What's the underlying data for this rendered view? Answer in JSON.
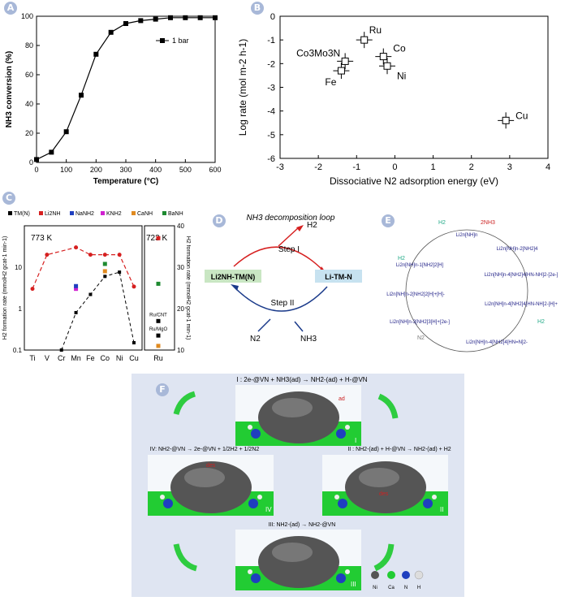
{
  "colors": {
    "ni": "#555555",
    "ca": "#22cc33",
    "n": "#1f3fbf",
    "h": "#eeeeee",
    "red": "#d62020",
    "blue": "#1a3a8a",
    "green": "#2ecc40",
    "panel_bg": "#dfe5f2"
  },
  "panels": {
    "a": "A",
    "b": "B",
    "c": "C",
    "d": "D",
    "e": "E",
    "f": "F"
  },
  "chart_data": [
    {
      "panel": "A",
      "type": "line",
      "xlabel": "Temperature (°C)",
      "ylabel": "NH3 conversion (%)",
      "xlim": [
        0,
        600
      ],
      "ylim": [
        0,
        100
      ],
      "xticks": [
        0,
        100,
        200,
        300,
        400,
        500,
        600
      ],
      "yticks": [
        0,
        20,
        40,
        60,
        80,
        100
      ],
      "legend": "1 bar",
      "legend_position": "top-right",
      "x": [
        0,
        50,
        100,
        150,
        200,
        250,
        300,
        350,
        400,
        450,
        500,
        550,
        600
      ],
      "y": [
        2,
        7,
        21,
        46,
        74,
        89,
        95,
        97,
        98,
        99,
        99,
        99,
        99
      ]
    },
    {
      "panel": "B",
      "type": "scatter",
      "xlabel": "Dissociative N2 adsorption energy (eV)",
      "ylabel": "Log rate (mol m-2 h-1)",
      "xlim": [
        -3,
        4
      ],
      "ylim": [
        -6,
        0
      ],
      "xticks": [
        -3,
        -2,
        -1,
        0,
        1,
        2,
        3,
        4
      ],
      "yticks": [
        0,
        -1,
        -2,
        -3,
        -4,
        -5,
        -6
      ],
      "points": [
        {
          "label": "Ru",
          "x": -0.8,
          "y": -1.0
        },
        {
          "label": "Co3Mo3N",
          "x": -1.3,
          "y": -1.9
        },
        {
          "label": "Fe",
          "x": -1.4,
          "y": -2.3
        },
        {
          "label": "Co",
          "x": -0.3,
          "y": -1.7
        },
        {
          "label": "Ni",
          "x": -0.2,
          "y": -2.1
        },
        {
          "label": "Cu",
          "x": 2.9,
          "y": -4.4
        }
      ]
    },
    {
      "panel": "C",
      "type": "scatter",
      "ylabel_left": "H2 formation rate (mmolH2 gcat-1 min-1)",
      "ylabel_right": "H2 formation rate (mmolH2 gcat-1 min-1)",
      "categories": [
        "Ti",
        "V",
        "Cr",
        "Mn",
        "Fe",
        "Co",
        "Ni",
        "Cu"
      ],
      "temp_left": "773 K",
      "temp_right": "723 K",
      "right_category": "Ru",
      "legend": [
        "TM(N)",
        "Li2NH",
        "NaNH2",
        "KNH2",
        "CaNH",
        "BaNH"
      ],
      "series": [
        {
          "name": "TM(N)",
          "values": [
            null,
            null,
            0.1,
            0.8,
            2.2,
            6.0,
            7.6,
            0.15
          ]
        },
        {
          "name": "Li2NH",
          "values": [
            3.0,
            20,
            null,
            30,
            20,
            20,
            20,
            3.4
          ]
        }
      ],
      "extra": [
        {
          "name": "KNH2",
          "category": "Mn",
          "value": 3.0
        },
        {
          "name": "NaNH2",
          "category": "Mn",
          "value": 3.5
        },
        {
          "name": "BaNH",
          "category": "Co",
          "value": 12
        },
        {
          "name": "CaNH",
          "category": "Co",
          "value": 8
        }
      ],
      "right_points": [
        {
          "name": "Li2NH",
          "value": 37
        },
        {
          "name": "BaNH",
          "value": 26
        },
        {
          "name": "TM(N)",
          "label": "Ru/CNT",
          "value": 17
        },
        {
          "name": "TM(N)",
          "label": "Ru/MgO",
          "value": 13.5
        },
        {
          "name": "CaNH",
          "value": 11
        }
      ]
    }
  ],
  "panel_d": {
    "title": "NH3 decomposition loop",
    "left_box": "Li2NH-TM(N)",
    "right_box": "Li-TM-N",
    "step1": "Step I",
    "step2": "Step II",
    "h2": "H2",
    "n2": "N2",
    "nh3": "NH3"
  },
  "panel_e": {
    "top_left": "H2",
    "top_right": "2NH3",
    "nodes": [
      "Li2n[NH]n",
      "Li2n[NH]n-2[NH2]4",
      "Li2n[NH]n-4[NH2]4[HN-NH]2-[2e-]",
      "Li2n[NH]n-4[NH2]4[HN-NH]2-[H]+",
      "Li2n[NH]n-4[NH2]4[HN=N]2-",
      "Li2n[NH]n-3[NH2]3[H]+[2e-]",
      "Li2n[NH]n-2[NH2]2[H]+[H]-",
      "Li2n[NH]n-1[NH2]2[H]"
    ],
    "h2_side": "H2",
    "h2_left": "H2",
    "n2": "N2"
  },
  "panel_f": {
    "step1": "I : 2e-@VN + NH3(ad) → NH2-(ad) + H-@VN",
    "step2": "II : NH2-(ad) + H-@VN → NH2-(ad) + H2",
    "step3": "III: NH2-(ad) → NH2-@VN",
    "step4": "IV: NH2-@VN → 2e-@VN + 1/2H2 + 1/2N2",
    "roman": [
      "I",
      "II",
      "III",
      "IV"
    ],
    "ad": "ad",
    "des": "des",
    "legend": [
      "Ni",
      "Ca",
      "N",
      "H"
    ]
  }
}
